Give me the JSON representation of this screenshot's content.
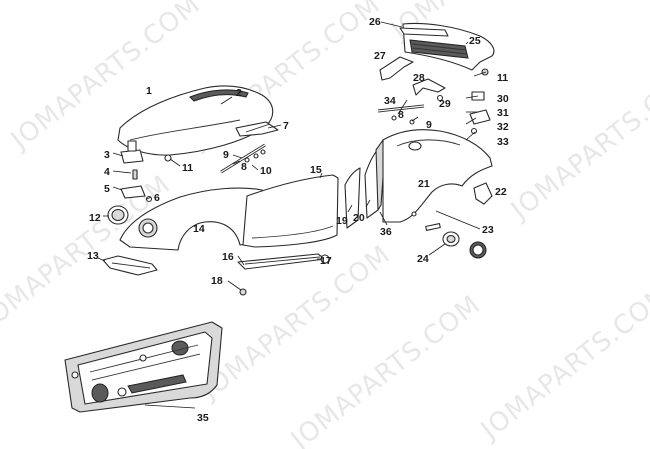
{
  "watermark": "JOMAPARTS.COM",
  "callouts": [
    {
      "id": "1",
      "label": "1"
    },
    {
      "id": "2",
      "label": "2"
    },
    {
      "id": "3",
      "label": "3"
    },
    {
      "id": "4",
      "label": "4"
    },
    {
      "id": "5",
      "label": "5"
    },
    {
      "id": "6",
      "label": "6"
    },
    {
      "id": "7",
      "label": "7"
    },
    {
      "id": "8a",
      "label": "8"
    },
    {
      "id": "8b",
      "label": "8"
    },
    {
      "id": "9a",
      "label": "9"
    },
    {
      "id": "9b",
      "label": "9"
    },
    {
      "id": "10",
      "label": "10"
    },
    {
      "id": "11a",
      "label": "11"
    },
    {
      "id": "11b",
      "label": "11"
    },
    {
      "id": "12",
      "label": "12"
    },
    {
      "id": "13",
      "label": "13"
    },
    {
      "id": "14",
      "label": "14"
    },
    {
      "id": "15",
      "label": "15"
    },
    {
      "id": "16",
      "label": "16"
    },
    {
      "id": "17",
      "label": "17"
    },
    {
      "id": "18",
      "label": "18"
    },
    {
      "id": "19",
      "label": "19"
    },
    {
      "id": "20",
      "label": "20"
    },
    {
      "id": "21",
      "label": "21"
    },
    {
      "id": "22",
      "label": "22"
    },
    {
      "id": "23",
      "label": "23"
    },
    {
      "id": "24",
      "label": "24"
    },
    {
      "id": "25",
      "label": "25"
    },
    {
      "id": "26",
      "label": "26"
    },
    {
      "id": "27",
      "label": "27"
    },
    {
      "id": "28",
      "label": "28"
    },
    {
      "id": "29",
      "label": "29"
    },
    {
      "id": "30",
      "label": "30"
    },
    {
      "id": "31",
      "label": "31"
    },
    {
      "id": "32",
      "label": "32"
    },
    {
      "id": "33",
      "label": "33"
    },
    {
      "id": "34",
      "label": "34"
    },
    {
      "id": "35",
      "label": "35"
    },
    {
      "id": "36",
      "label": "36"
    }
  ]
}
